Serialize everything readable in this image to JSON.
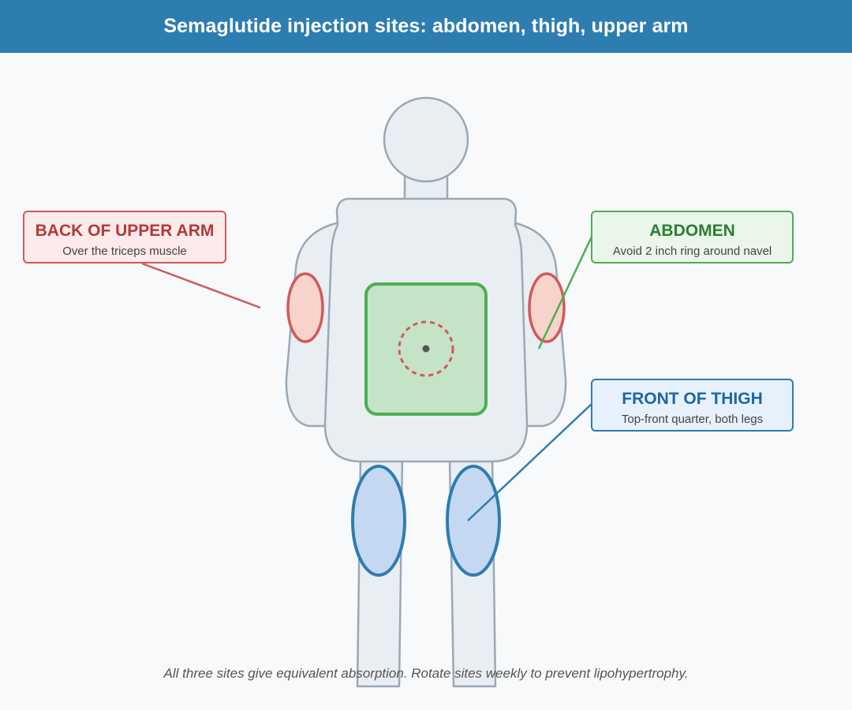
{
  "header": {
    "title": "Semaglutide injection sites: abdomen, thigh, upper arm"
  },
  "sites": {
    "arm": {
      "title": "BACK OF UPPER ARM",
      "subtitle": "Over the triceps muscle",
      "color": "#d05a5a"
    },
    "abdomen": {
      "title": "ABDOMEN",
      "subtitle": "Avoid 2 inch ring around navel",
      "color": "#4caf50"
    },
    "thigh": {
      "title": "FRONT OF THIGH",
      "subtitle": "Top-front quarter, both legs",
      "color": "#2e7db1"
    }
  },
  "footnote": "All three sites give equivalent absorption. Rotate sites weekly to prevent lipohypertrophy."
}
